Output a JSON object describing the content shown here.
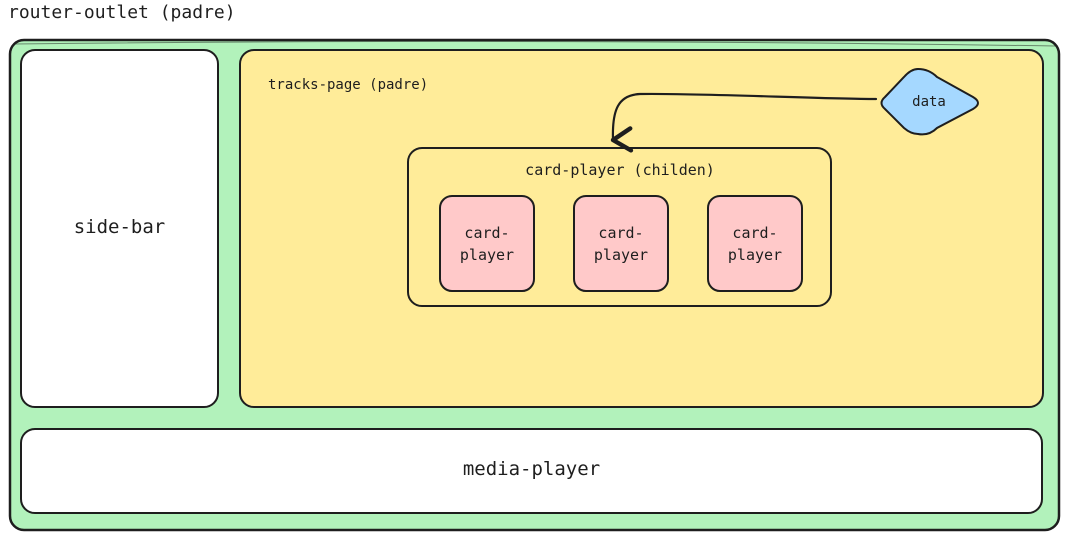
{
  "root": {
    "title": "router-outlet (padre)"
  },
  "sidebar": {
    "label": "side-bar"
  },
  "tracks_page": {
    "label": "tracks-page (padre)",
    "data_node": {
      "label": "data"
    },
    "card_container": {
      "label": "card-player (childen)",
      "cards": [
        {
          "label": "card-\nplayer"
        },
        {
          "label": "card-\nplayer"
        },
        {
          "label": "card-\nplayer"
        }
      ]
    }
  },
  "media_player": {
    "label": "media-player"
  },
  "colors": {
    "outer_fill": "#b2f2bb",
    "tracks_fill": "#ffec99",
    "card_fill": "#ffc9c9",
    "data_fill": "#a5d8ff",
    "stroke": "#1e1e1e",
    "white": "#ffffff"
  }
}
